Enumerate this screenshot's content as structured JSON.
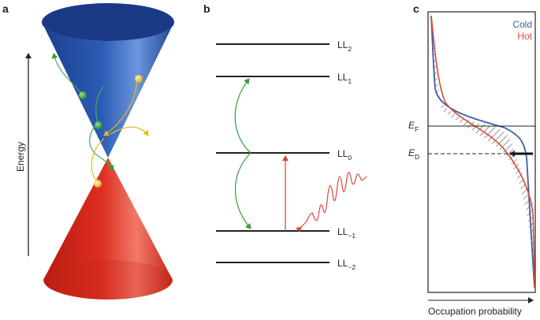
{
  "panels": {
    "a": {
      "label": "a",
      "axis_label": "Energy",
      "colors": {
        "upper_cone": "#2857b0",
        "lower_cone": "#d42a1e",
        "electron_green": "#2fa03a",
        "electron_yellow": "#e8c020",
        "arrow_green": "#4aaa55",
        "arrow_yellow": "#e8b818"
      }
    },
    "b": {
      "label": "b",
      "levels": [
        {
          "main": "LL",
          "sub": "2"
        },
        {
          "main": "LL",
          "sub": "1"
        },
        {
          "main": "LL",
          "sub": "0"
        },
        {
          "main": "LL",
          "sub": "−1"
        },
        {
          "main": "LL",
          "sub": "−2"
        }
      ],
      "colors": {
        "arrow_green": "#2fa03a",
        "arrow_red": "#d94a3a"
      }
    },
    "c": {
      "label": "c",
      "legend": [
        {
          "name": "Cold",
          "color": "#3a5fa8"
        },
        {
          "name": "Hot",
          "color": "#e04a3a"
        }
      ],
      "ef_label": {
        "main": "E",
        "sub": "F"
      },
      "ed_label": {
        "main": "E",
        "sub": "D"
      },
      "x_label": "Occupation probability"
    }
  }
}
